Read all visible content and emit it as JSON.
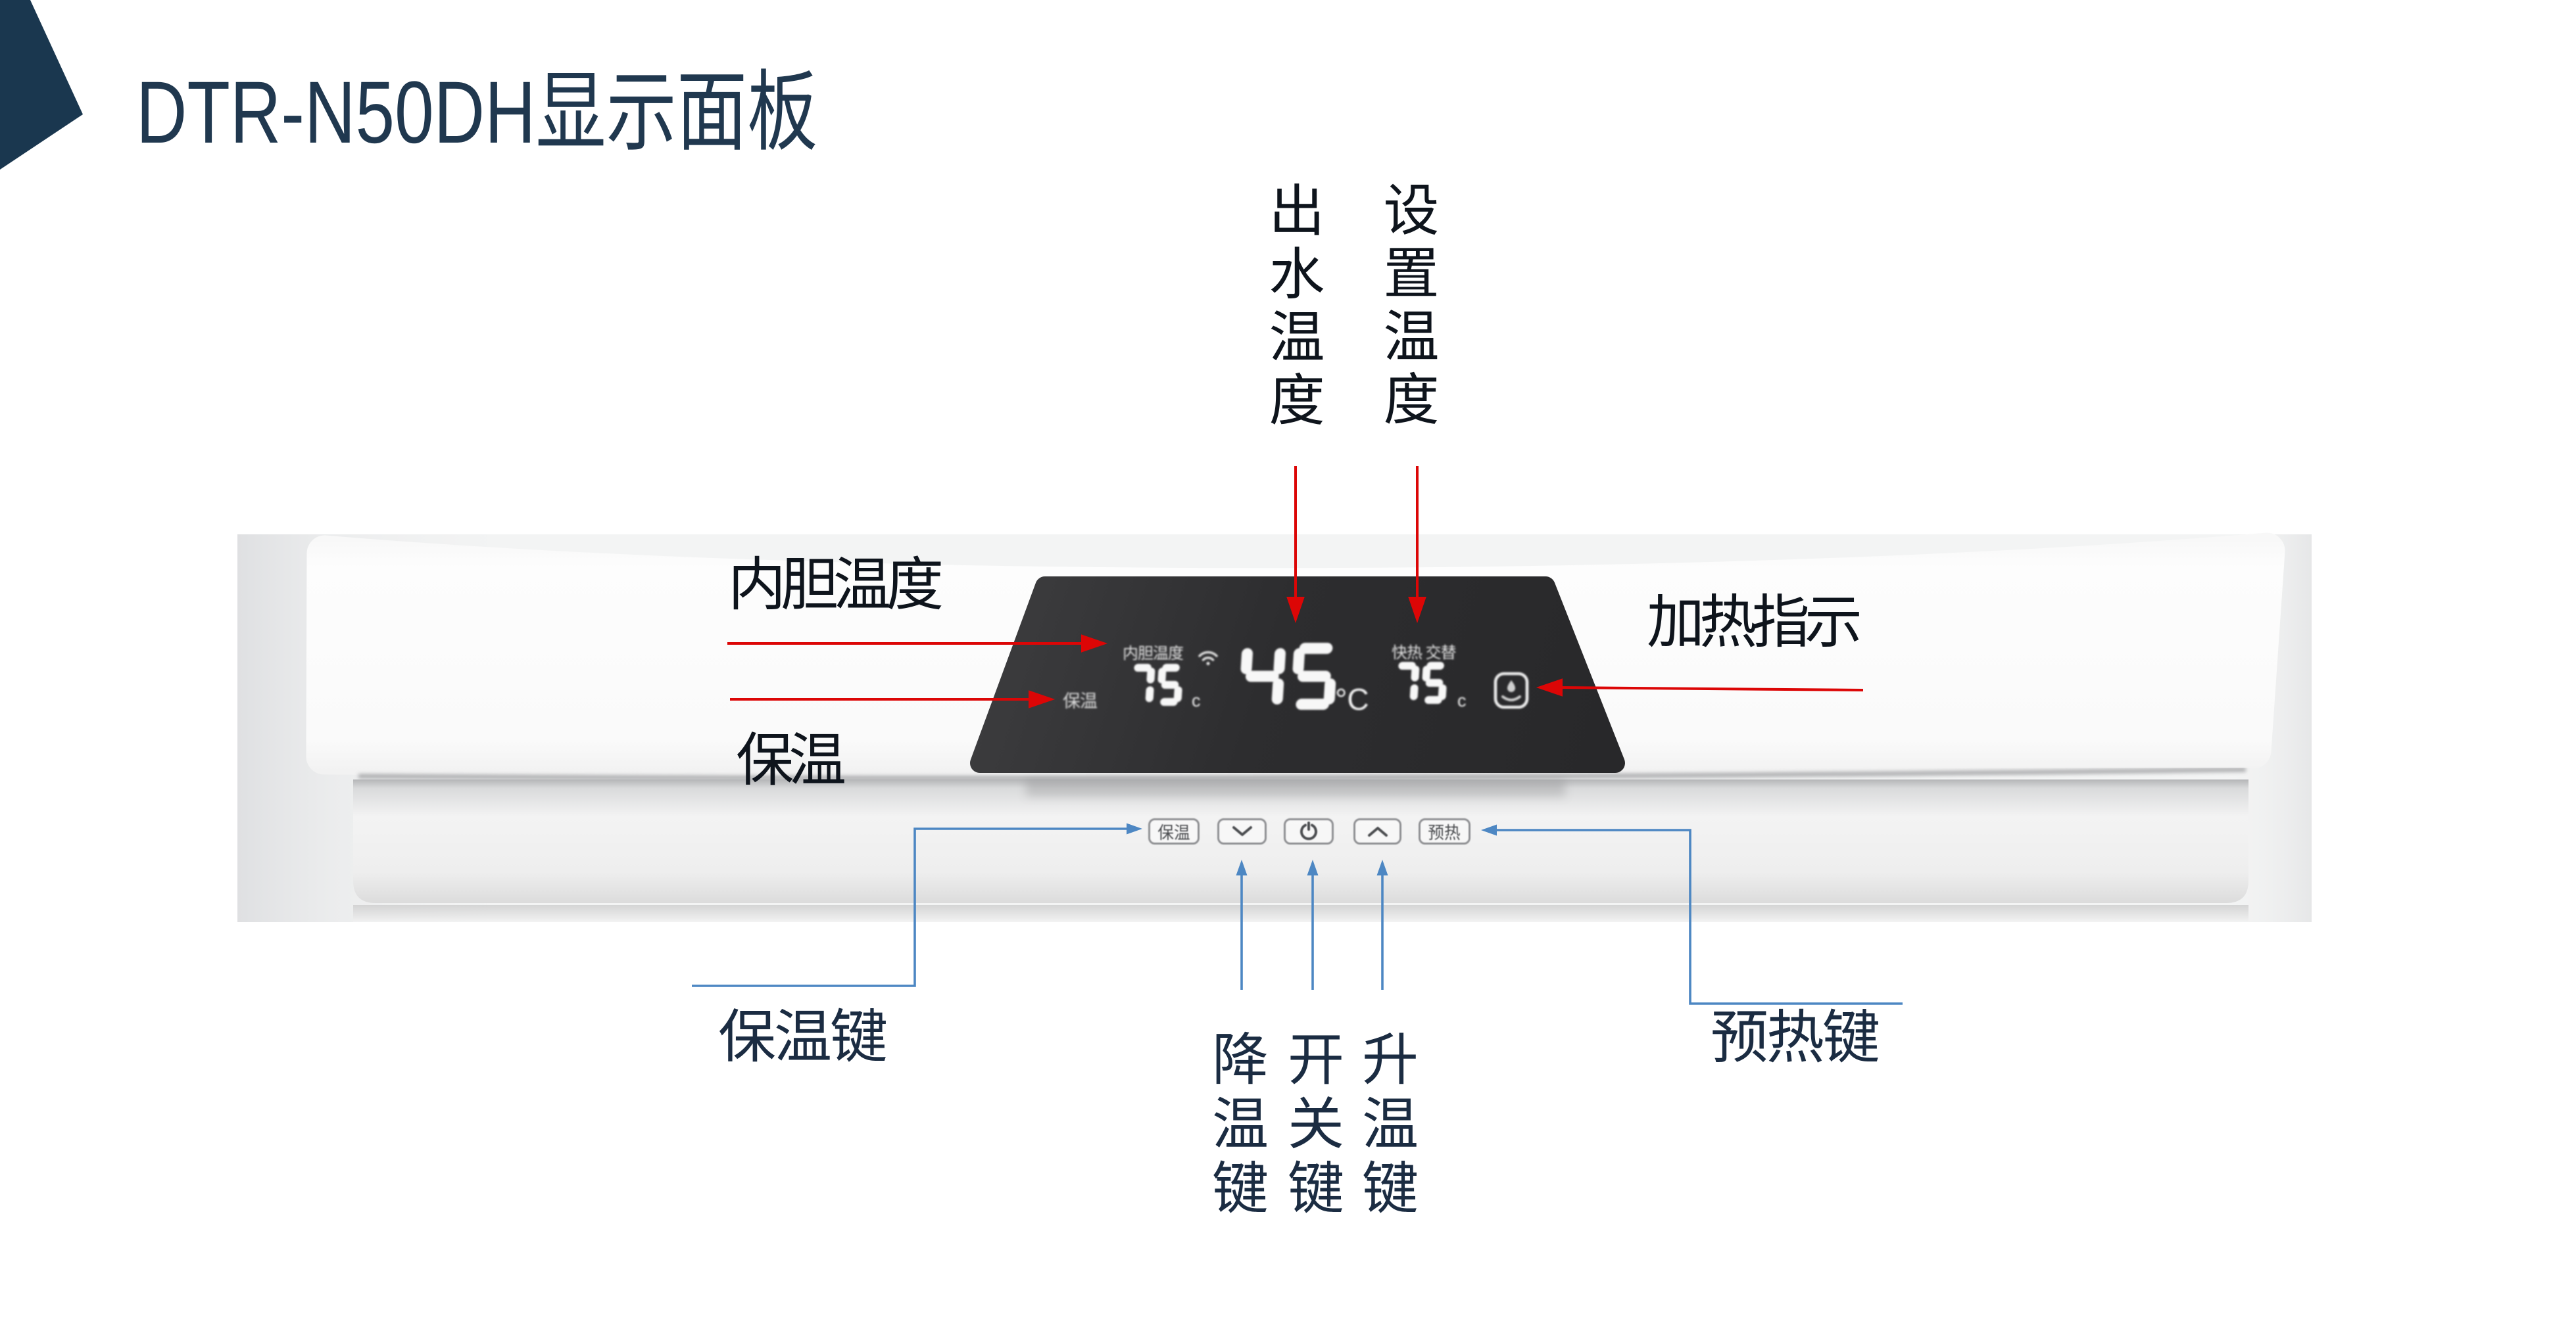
{
  "page": {
    "title": "DTR-N50DH显示面板"
  },
  "device": {
    "display": {
      "tank_temp_label": "内胆温度",
      "tank_temp_value": "75",
      "tank_temp_unit": "c",
      "keep_warm_indicator": "保温",
      "outlet_temp_value": "45",
      "outlet_temp_unit": "°C",
      "set_temp_label": "快热 交替",
      "set_temp_value": "75",
      "set_temp_unit": "c",
      "icons": {
        "wifi": "wifi-icon",
        "heating": "heating-indicator-icon"
      }
    },
    "buttons": [
      {
        "name": "keep-warm",
        "label": "保温"
      },
      {
        "name": "temp-down",
        "icon": "chevron-down-icon"
      },
      {
        "name": "power",
        "icon": "power-icon"
      },
      {
        "name": "temp-up",
        "icon": "chevron-up-icon"
      },
      {
        "name": "preheat",
        "label": "预热"
      }
    ]
  },
  "annotations": {
    "tank_temp": "内胆温度",
    "keep_warm": "保温",
    "outlet_temp": "出水温度",
    "set_temp": "设置温度",
    "heating_indicator": "加热指示",
    "keep_warm_key": "保温键",
    "temp_down_key": "降温键",
    "power_key": "开关键",
    "temp_up_key": "升温键",
    "preheat_key": "预热键"
  },
  "colors": {
    "accent_red": "#dc0606",
    "accent_blue": "#4d87c3",
    "title_navy": "#20384f",
    "corner_navy": "#1a374f",
    "photo_label_ink": "#0e141c",
    "key_label_ink": "#1b2c42"
  }
}
